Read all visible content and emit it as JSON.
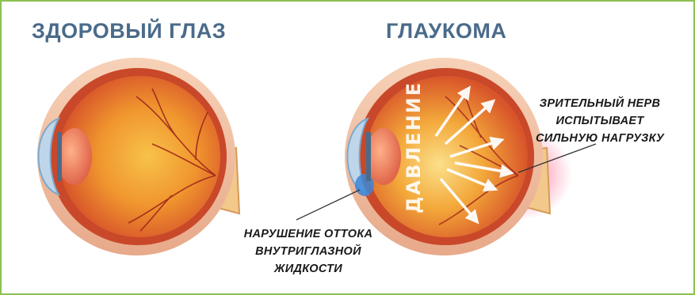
{
  "titles": {
    "healthy": "ЗДОРОВЫЙ ГЛАЗ",
    "glaucoma": "ГЛАУКОМА"
  },
  "labels": {
    "pressure": "ДАВЛЕНИЕ",
    "optic_nerve": [
      "ЗРИТЕЛЬНЫЙ НЕРВ",
      "ИСПЫТЫВАЕТ",
      "СИЛЬНУЮ НАГРУЗКУ"
    ],
    "outflow": [
      "НАРУШЕНИЕ ОТТОКА",
      "ВНУТРИГЛАЗНОЙ",
      "ЖИДКОСТИ"
    ]
  },
  "colors": {
    "border": "#8cc152",
    "title": "#4a6b8a",
    "sclera": "#f2c2a4",
    "choroid": "#d8552a",
    "vitreous": "#f29a2e",
    "lens": "#f08a6a",
    "cornea": "#bfd6ea",
    "nerve": "#f2c98a",
    "glow": "#ff5a7a"
  }
}
